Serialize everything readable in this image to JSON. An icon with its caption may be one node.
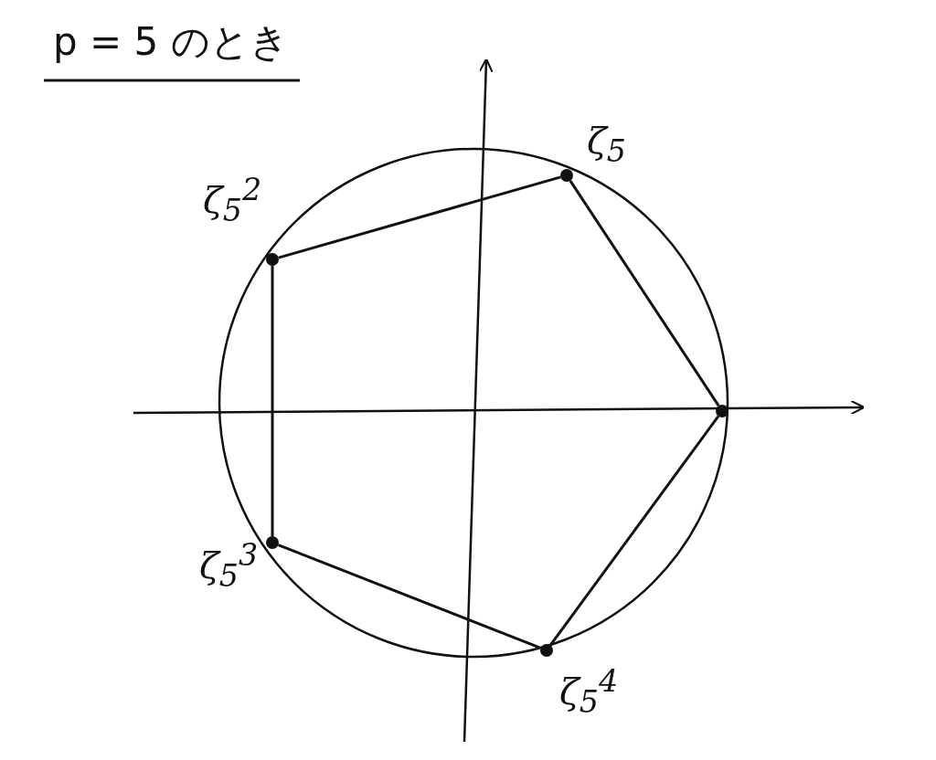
{
  "diagram": {
    "title": "p = 5 のとき",
    "nodes": [
      {
        "text": [],
        "shape": "circle",
        "beside": [
          "ζ$_{5}$"
        ]
      },
      {
        "text": [],
        "shape": "circle",
        "beside": [
          "ζ$_{5}$$^{2}$"
        ]
      },
      {
        "text": [],
        "shape": "circle"
      },
      {
        "text": [],
        "shape": "circle",
        "beside": [
          "ζ$_{5}$$^{3}$"
        ]
      },
      {
        "text": [],
        "shape": "circle",
        "beside": [
          "ζ$_{5}$$^{4}$"
        ]
      }
    ],
    "edges": [
      {
        "from": 0,
        "to": 1,
        "arrow": "none"
      },
      {
        "from": 1,
        "to": 3,
        "arrow": "none"
      },
      {
        "from": 3,
        "to": 4,
        "arrow": "none"
      },
      {
        "from": 4,
        "to": 2,
        "arrow": "none"
      },
      {
        "from": 2,
        "to": 0,
        "arrow": "none"
      }
    ]
  }
}
